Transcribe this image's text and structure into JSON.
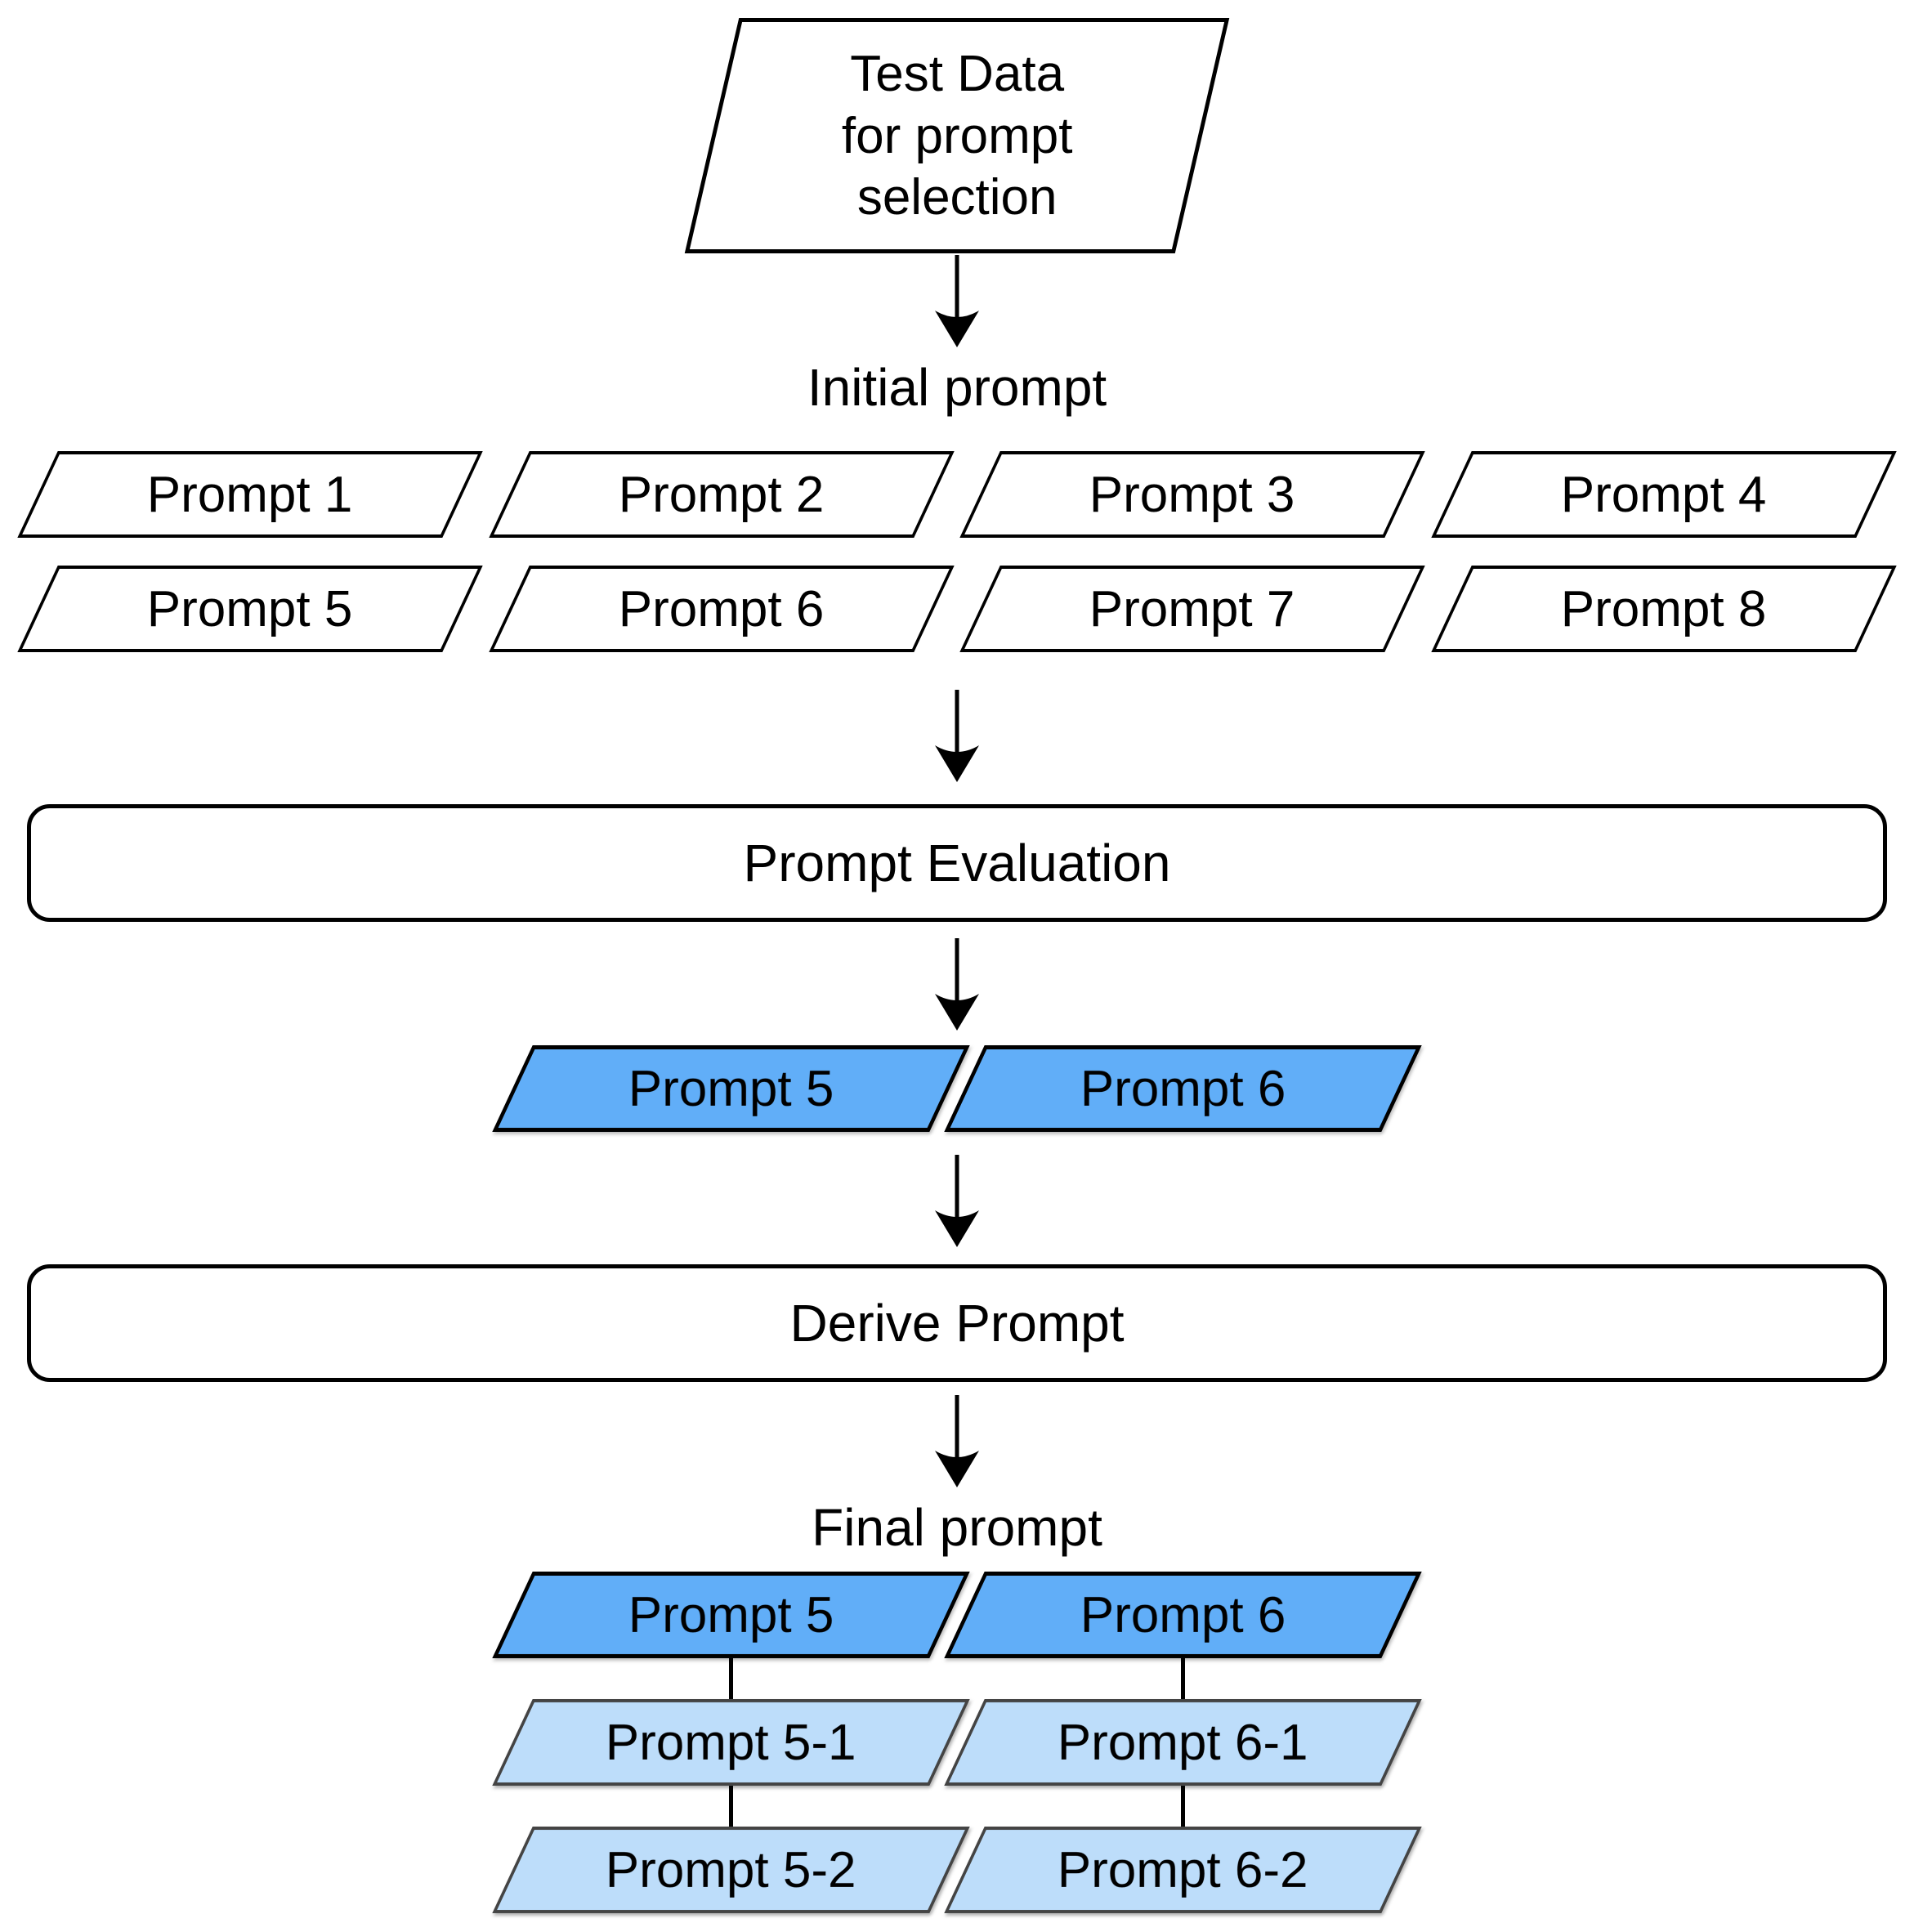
{
  "source": {
    "label": "Test Data\nfor prompt\nselection"
  },
  "labels": {
    "initial": "Initial prompt",
    "final": "Final prompt"
  },
  "initial_prompts": [
    [
      "Prompt 1",
      "Prompt 2",
      "Prompt 3",
      "Prompt 4"
    ],
    [
      "Prompt 5",
      "Prompt 6",
      "Prompt 7",
      "Prompt 8"
    ]
  ],
  "process": {
    "evaluation": "Prompt Evaluation",
    "derive": "Derive Prompt"
  },
  "selected_prompts": [
    "Prompt 5",
    "Prompt 6"
  ],
  "final_tree": [
    {
      "root": "Prompt 5",
      "children": [
        "Prompt 5-1",
        "Prompt 5-2"
      ]
    },
    {
      "root": "Prompt 6",
      "children": [
        "Prompt 6-1",
        "Prompt 6-2"
      ]
    }
  ],
  "colors": {
    "selected_fill": "#61AEF8",
    "derived_fill": "#BDDDFA",
    "shape_outline": "#000000",
    "derived_outline": "#444444",
    "background": "#FFFFFF"
  }
}
